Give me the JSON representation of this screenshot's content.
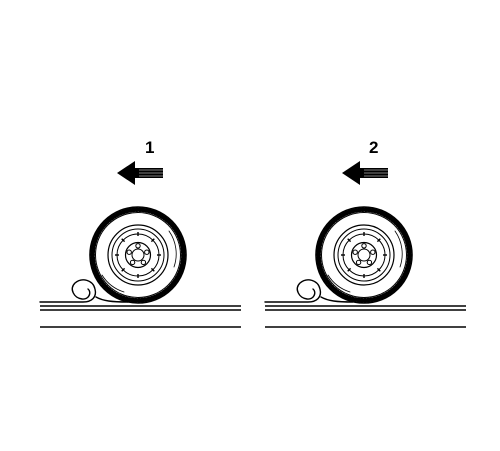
{
  "panels": [
    {
      "label": "1",
      "arrow_direction": "left",
      "icon": "tire-rolling-icon"
    },
    {
      "label": "2",
      "arrow_direction": "left",
      "icon": "tire-rolling-icon"
    }
  ],
  "colors": {
    "ink": "#000000",
    "background": "#ffffff"
  }
}
